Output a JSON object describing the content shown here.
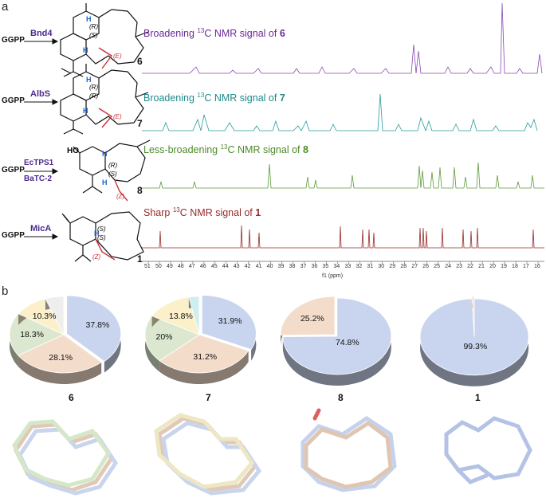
{
  "panel_a": {
    "letter": "a",
    "rows": [
      {
        "substrate": "GGPP",
        "enzymes": [
          "Bnd4"
        ],
        "compound": "6",
        "stereo": [
          "(R)",
          "(S)",
          "(E)"
        ],
        "label_prefix": "Broadening ",
        "label_sup": "13",
        "label_mid": "C NMR signal of ",
        "label_cmpd": "6",
        "color": "#6a2a96"
      },
      {
        "substrate": "GGPP",
        "enzymes": [
          "AlbS"
        ],
        "compound": "7",
        "stereo": [
          "(R)",
          "(R)",
          "(E)"
        ],
        "label_prefix": "Broadening ",
        "label_sup": "13",
        "label_mid": "C NMR signal of ",
        "label_cmpd": "7",
        "color": "#1f8a8a"
      },
      {
        "substrate": "GGPP",
        "enzymes": [
          "EcTPS1",
          "BaTC-2"
        ],
        "compound": "8",
        "stereo": [
          "(R)",
          "(S)",
          "(Z)"
        ],
        "ho": "HO",
        "label_prefix": "Less-broadening ",
        "label_sup": "13",
        "label_mid": "C NMR signal of ",
        "label_cmpd": "8",
        "color": "#4e8a2a"
      },
      {
        "substrate": "GGPP",
        "enzymes": [
          "MicA"
        ],
        "compound": "1",
        "stereo": [
          "(S)",
          "(S)",
          "(Z)"
        ],
        "label_prefix": "Sharp ",
        "label_sup": "13",
        "label_mid": "C NMR signal of ",
        "label_cmpd": "1",
        "color": "#9a2a2a"
      }
    ],
    "axis": {
      "ticks": [
        "51",
        "50",
        "49",
        "48",
        "47",
        "46",
        "45",
        "44",
        "43",
        "42",
        "41",
        "40",
        "39",
        "38",
        "37",
        "36",
        "35",
        "34",
        "33",
        "32",
        "31",
        "30",
        "29",
        "28",
        "27",
        "26",
        "25",
        "24",
        "23",
        "22",
        "21",
        "20",
        "19",
        "18",
        "17",
        "16"
      ],
      "label": "f1 (ppm)"
    }
  },
  "panel_b": {
    "letter": "b",
    "pies": [
      {
        "compound": "6",
        "slices": [
          {
            "value": 37.8,
            "label": "37.8%",
            "color": "#c9d5ef"
          },
          {
            "value": 28.1,
            "label": "28.1%",
            "color": "#f4dccb"
          },
          {
            "value": 18.3,
            "label": "18.3%",
            "color": "#dbe8cf"
          },
          {
            "value": 10.3,
            "label": "10.3%",
            "color": "#fbf0c9"
          },
          {
            "value": 5.5,
            "label": "",
            "color": "#eeeeee"
          }
        ]
      },
      {
        "compound": "7",
        "slices": [
          {
            "value": 31.9,
            "label": "31.9%",
            "color": "#c9d5ef"
          },
          {
            "value": 31.2,
            "label": "31.2%",
            "color": "#f4dccb"
          },
          {
            "value": 20,
            "label": "20%",
            "color": "#dbe8cf"
          },
          {
            "value": 13.8,
            "label": "13.8%",
            "color": "#fbf0c9"
          },
          {
            "value": 3.1,
            "label": "",
            "color": "#cfeef0"
          }
        ]
      },
      {
        "compound": "8",
        "slices": [
          {
            "value": 74.8,
            "label": "74.8%",
            "color": "#c9d5ef"
          },
          {
            "value": 25.2,
            "label": "25.2%",
            "color": "#f4dccb"
          }
        ]
      },
      {
        "compound": "1",
        "slices": [
          {
            "value": 99.3,
            "label": "99.3%",
            "color": "#c9d5ef"
          },
          {
            "value": 0.7,
            "label": "",
            "color": "#f4dccb"
          }
        ]
      }
    ]
  }
}
